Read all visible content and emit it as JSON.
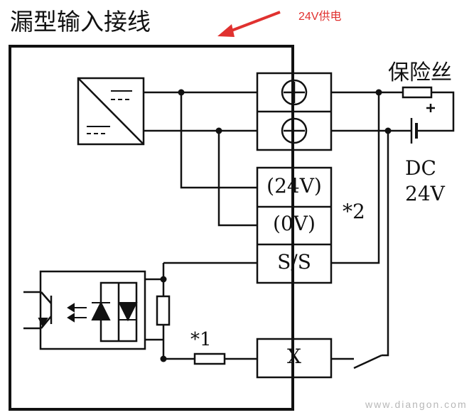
{
  "title": "漏型输入接线",
  "supply_note": "24V供电",
  "fuse_label": "保险丝",
  "dc_source": {
    "line1": "DC",
    "line2": "24V"
  },
  "terminals": {
    "plus": "⊕",
    "minus": "⊖",
    "v24": "(24V)",
    "v0": "(0V)",
    "ss": "S/S",
    "x": "X"
  },
  "footnotes": {
    "star1": "*1",
    "star2": "*2"
  },
  "watermark": "www.diangon.com",
  "colors": {
    "line": "#111111",
    "arrow": "#e0312f",
    "note": "#e0312f"
  }
}
